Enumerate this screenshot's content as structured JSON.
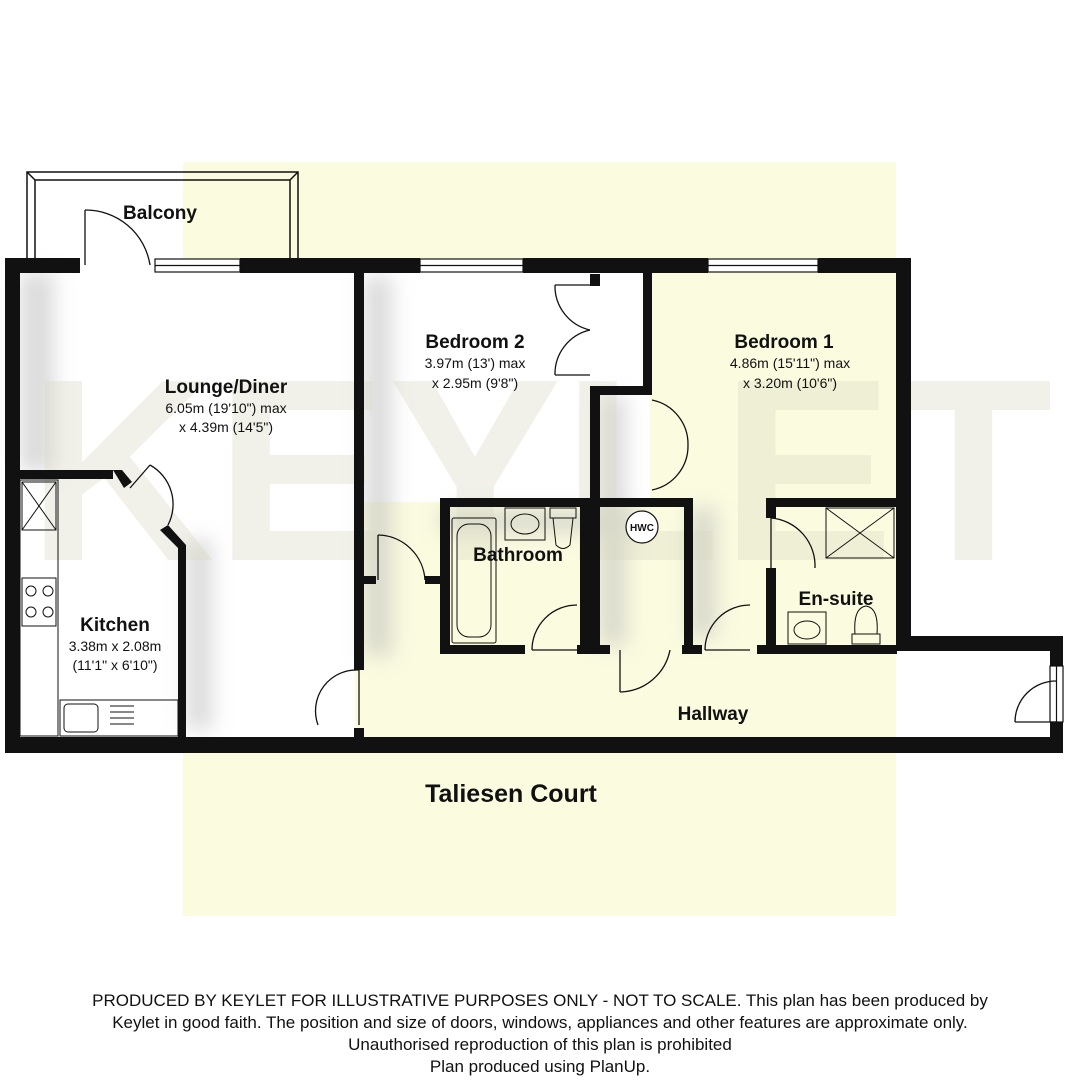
{
  "title": "Taliesen Court",
  "rooms": {
    "balcony": {
      "name": "Balcony"
    },
    "lounge": {
      "name": "Lounge/Diner",
      "dim1": "6.05m (19'10\") max",
      "dim2": "x 4.39m (14'5\")"
    },
    "kitchen": {
      "name": "Kitchen",
      "dim1": "3.38m x 2.08m",
      "dim2": "(11'1\" x 6'10\")"
    },
    "bedroom2": {
      "name": "Bedroom 2",
      "dim1": "3.97m (13') max",
      "dim2": "x 2.95m (9'8\")"
    },
    "bedroom1": {
      "name": "Bedroom 1",
      "dim1": "4.86m (15'11\") max",
      "dim2": "x 3.20m (10'6\")"
    },
    "bathroom": {
      "name": "Bathroom"
    },
    "ensuite": {
      "name": "En-suite"
    },
    "hallway": {
      "name": "Hallway"
    }
  },
  "hwc_label": "HWC",
  "watermark_text": "KEYLET",
  "disclaimer": [
    "PRODUCED BY KEYLET FOR ILLUSTRATIVE PURPOSES ONLY - NOT TO SCALE. This plan has been produced by",
    "Keylet in good faith. The position and size of doors, windows, appliances and other features are approximate only.",
    "Unauthorised reproduction of this plan is prohibited",
    "Plan produced using PlanUp."
  ],
  "colors": {
    "wall": "#111111",
    "floor": "#ffffff",
    "highlight": "#fbfbe0",
    "text": "#111111"
  }
}
